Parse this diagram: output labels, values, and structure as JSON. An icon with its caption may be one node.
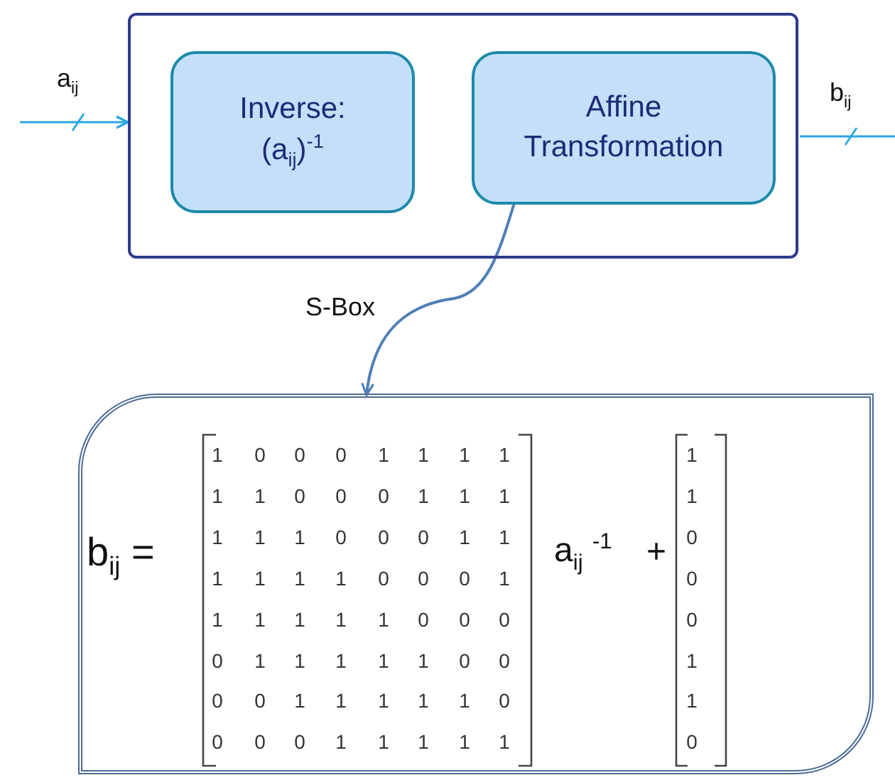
{
  "diagram": {
    "nodes": [
      {
        "text": [],
        "shape": "box"
      },
      {
        "text": [
          "Inverse: (a$_{ij}$)$^{-1}$"
        ],
        "in": 0
      },
      {
        "text": [
          "Affine Transformation"
        ],
        "in": 0
      },
      {
        "text": [
          "b$_{ij}$ =",
          "a$_{ij}$ $^{-1}$",
          "+"
        ]
      }
    ],
    "edges": [
      {
        "from": null,
        "to": 0,
        "arrow": "to",
        "label": "a$_{ij}$"
      },
      {
        "from": 0,
        "to": null,
        "arrow": "none",
        "label": "b$_{ij}$"
      },
      {
        "from": 2,
        "to": 3,
        "arrow": "to",
        "label": "S-Box",
        "color": "#4f7fb8"
      }
    ],
    "labels": [
      "1",
      "0",
      "0",
      "0",
      "1",
      "1",
      "1",
      "1",
      "1",
      "1",
      "0",
      "0",
      "0",
      "1",
      "1",
      "1",
      "1",
      "1",
      "1",
      "0",
      "0",
      "0",
      "1",
      "1",
      "1",
      "1",
      "1",
      "1",
      "0",
      "0",
      "0",
      "1",
      "1",
      "1",
      "1",
      "1",
      "1",
      "0",
      "0",
      "0",
      "0",
      "1",
      "1",
      "1",
      "1",
      "1",
      "0",
      "0",
      "0",
      "0",
      "1",
      "1",
      "1",
      "1",
      "1",
      "0",
      "0",
      "0",
      "0",
      "1",
      "1",
      "1",
      "1",
      "1",
      "1",
      "1",
      "0",
      "0",
      "0",
      "1",
      "1",
      "0"
    ]
  }
}
